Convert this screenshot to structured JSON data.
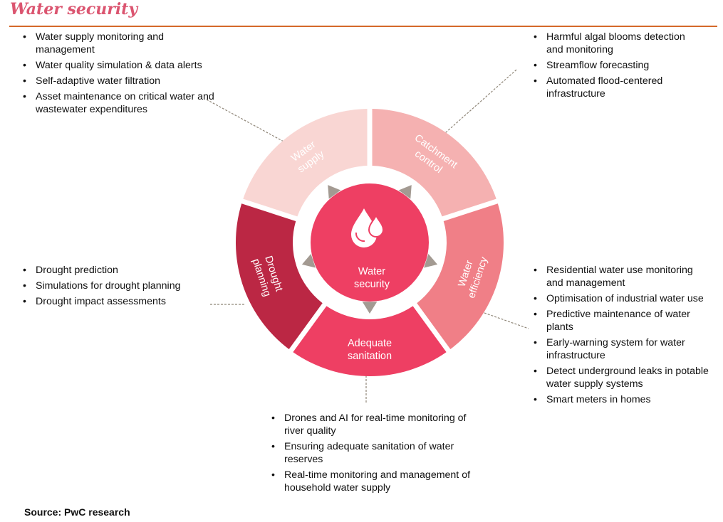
{
  "title": "Water security",
  "source": "Source: PwC research",
  "center_label": [
    "Water",
    "security"
  ],
  "segments": {
    "water_supply": [
      "Water",
      "supply"
    ],
    "catchment_control": [
      "Catchment",
      "control"
    ],
    "water_efficiency": [
      "Water",
      "efficiency"
    ],
    "adequate_sanitation": [
      "Adequate",
      "sanitation"
    ],
    "drought_planning": [
      "Drought",
      "planning"
    ]
  },
  "colors": {
    "water_supply": "#f9d6d3",
    "catchment_control": "#f5b1b1",
    "water_efficiency": "#f07f87",
    "adequate_sanitation": "#ee3f63",
    "drought_planning": "#bb2744",
    "center": "#ee3f63",
    "arrow": "#a39a92"
  },
  "lists": {
    "water_supply": [
      "Water supply monitoring and management",
      "Water quality simulation & data alerts",
      "Self-adaptive water filtration",
      "Asset maintenance on critical water and wastewater expenditures"
    ],
    "catchment_control": [
      "Harmful algal blooms detection and monitoring",
      "Streamflow forecasting",
      "Automated flood-centered infrastructure"
    ],
    "drought_planning": [
      "Drought prediction",
      "Simulations for drought planning",
      "Drought impact assessments"
    ],
    "water_efficiency": [
      "Residential water use monitoring and management",
      "Optimisation of industrial water use",
      "Predictive maintenance of water plants",
      "Early-warning system for water infrastructure",
      "Detect underground leaks in potable water supply systems",
      "Smart meters in homes"
    ],
    "adequate_sanitation": [
      "Drones and AI for real-time monitoring of river quality",
      "Ensuring adequate sanitation of water reserves",
      "Real-time monitoring and management of household water supply"
    ]
  }
}
